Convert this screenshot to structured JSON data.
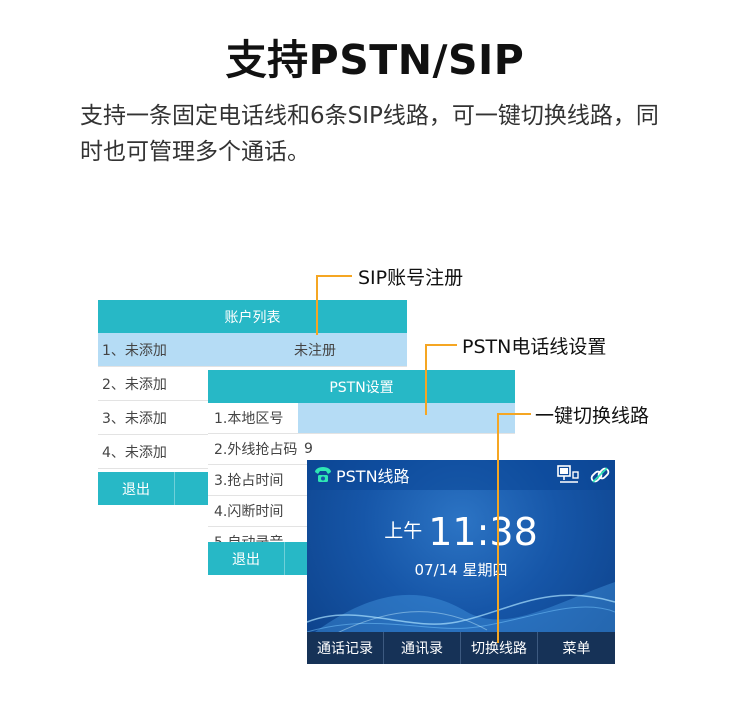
{
  "title": "支持PSTN/SIP",
  "description": "支持一条固定电话线和6条SIP线路，可一键切换线路，同时也可管理多个通话。",
  "annotations": {
    "sip_register": "SIP账号注册",
    "pstn_setting": "PSTN电话线设置",
    "switch_line": "一键切换线路"
  },
  "account_list": {
    "header": "账户列表",
    "rows": [
      {
        "label": "1、未添加",
        "status": "未注册"
      },
      {
        "label": "2、未添加",
        "status": ""
      },
      {
        "label": "3、未添加",
        "status": ""
      },
      {
        "label": "4、未添加",
        "status": ""
      }
    ],
    "softkeys": [
      "退出"
    ]
  },
  "pstn_settings": {
    "header": "PSTN设置",
    "rows": [
      {
        "label": "1.本地区号",
        "value": ""
      },
      {
        "label": "2.外线抢占码",
        "value": "9"
      },
      {
        "label": "3.抢占时间",
        "value": ""
      },
      {
        "label": "4.闪断时间",
        "value": ""
      },
      {
        "label": "5.自动录音",
        "value": ""
      }
    ],
    "softkeys": [
      "退出"
    ]
  },
  "home_screen": {
    "line_name": "PSTN线路",
    "ampm": "上午",
    "time": "11:38",
    "date": "07/14 星期四",
    "softkeys": [
      "通话记录",
      "通讯录",
      "切换线路",
      "菜单"
    ]
  },
  "colors": {
    "accent": "#27b8c6",
    "highlight": "#b5dcf5",
    "annotation_line": "#f5a623",
    "home_bg": "#1656a8",
    "home_bar": "#163257"
  }
}
